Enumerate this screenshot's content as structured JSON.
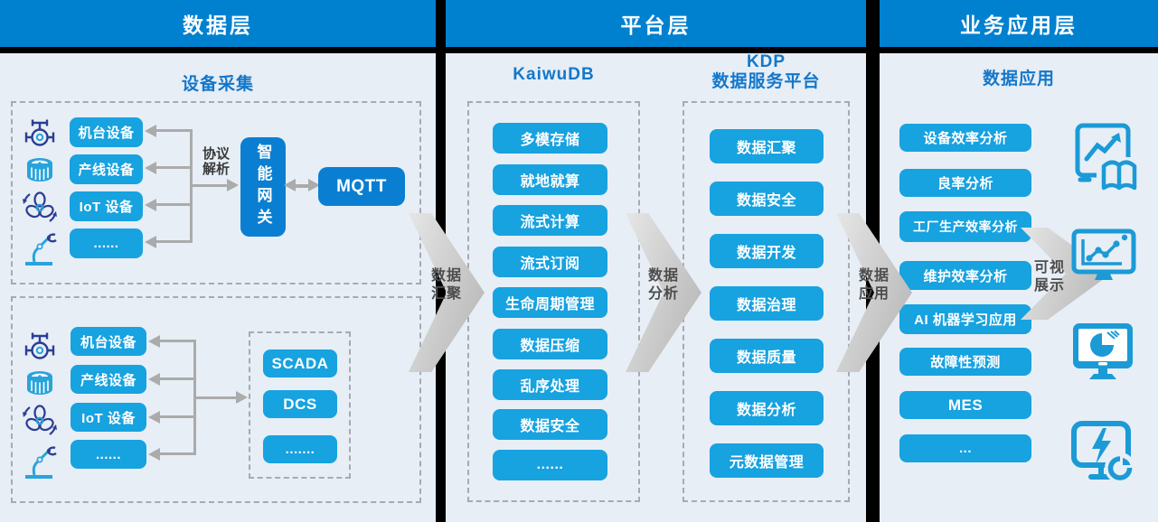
{
  "header": {
    "layers": [
      "数据层",
      "平台层",
      "业务应用层"
    ]
  },
  "data_layer": {
    "section_title": "设备采集",
    "group1": {
      "devices": [
        "机台设备",
        "产线设备",
        "IoT 设备",
        "......"
      ],
      "gateway_label": "智能网关",
      "mqtt_label": "MQTT"
    },
    "group2": {
      "devices": [
        "机台设备",
        "产线设备",
        "IoT 设备",
        "......"
      ],
      "systems": [
        "SCADA",
        "DCS",
        "......."
      ]
    },
    "device_icons": [
      "valve-icon",
      "drum-icon",
      "fan-icon",
      "robot-arm-icon"
    ]
  },
  "platform_layer": {
    "kaiwudb": {
      "title": "KaiwuDB",
      "features": [
        "多模存储",
        "就地就算",
        "流式计算",
        "流式订阅",
        "生命周期管理",
        "数据压缩",
        "乱序处理",
        "数据安全",
        "......"
      ]
    },
    "kdp": {
      "title_line1": "KDP",
      "title_line2": "数据服务平台",
      "features": [
        "数据汇聚",
        "数据安全",
        "数据开发",
        "数据治理",
        "数据质量",
        "数据分析",
        "元数据管理"
      ]
    }
  },
  "business_layer": {
    "section_title": "数据应用",
    "apps": [
      "设备效率分析",
      "良率分析",
      "工厂生产效率分析",
      "维护效率分析",
      "AI 机器学习应用",
      "故障性预测",
      "MES",
      "..."
    ],
    "display_icons": [
      "board-chart-book-icon",
      "monitor-line-chart-icon",
      "monitor-pie-chart-icon",
      "monitor-bolt-gauge-icon"
    ]
  },
  "flows": {
    "protocol": {
      "line1": "协议",
      "line2": "解析"
    },
    "aggregate": {
      "line1": "数据",
      "line2": "汇聚"
    },
    "analyze": {
      "line1": "数据",
      "line2": "分析"
    },
    "apply": {
      "line1": "数据",
      "line2": "应用"
    },
    "visualize": {
      "line1": "可视",
      "line2": "展示"
    }
  },
  "colors": {
    "header_blue": "#0081cf",
    "button_blue": "#17a2e0",
    "deep_blue": "#0a7fd2",
    "title_blue": "#1477c9",
    "panel_bg": "#e7eef6",
    "connector_gray": "#ababab",
    "icon_navy": "#2c3e92",
    "icon_light_blue": "#29a3dc",
    "display_icon_blue": "#1b9ad6"
  }
}
